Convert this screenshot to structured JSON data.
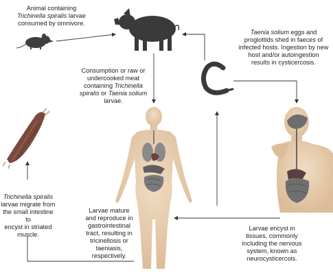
{
  "labels": {
    "rodent": {
      "l1": "Animal containing",
      "l2_italic": "Trichinella spiralis",
      "l2_rest": " larvae",
      "l3": "consumed by omnivore."
    },
    "eggs": {
      "l1_italic": "Taenia solium",
      "l1_rest": " eggs and",
      "l2": "proglottids shed in faeces of",
      "l3": "infected hosts. Ingestion by new",
      "l4": "host and/or autoingestion",
      "l5": "results in cysticercosis."
    },
    "meat": {
      "l1": "Consumption or raw or",
      "l2": "undercooked meat",
      "l3_pre": "containing ",
      "l3_italic": "Trichinella",
      "l4_italic_a": "spiralis",
      "l4_mid": " or ",
      "l4_italic_b": "Taenia solium",
      "l5": "larvae."
    },
    "migrate": {
      "l1_italic": "Trichinella spiralis",
      "l2": "larvae migrate from",
      "l3": "the small intestine to",
      "l4": "encyst in striated",
      "l5": "muscle."
    },
    "mature": {
      "l1": "Larvae mature",
      "l2": "and reproduce in",
      "l3": "gastrointestinal",
      "l4": "tract, resulting in",
      "l5": "tricinellosis or",
      "l6": "taeniasis,",
      "l7": "respectively."
    },
    "encyst": {
      "l1": "Larvae encyst in",
      "l2": "tissues, commonly",
      "l3": "including the nervous",
      "l4": "system, known as",
      "l5": "neurocysticercois."
    }
  },
  "icons": [
    "rodent-icon",
    "pig-icon",
    "tapeworm-icon",
    "muscle-icon",
    "human-body-icon",
    "human-torso-icon"
  ],
  "colors": {
    "arrow": "#333333",
    "silhouette": "#3a3a3a",
    "skin": "#e9d2b6",
    "muscle": "#7a4a3e",
    "organ": "#6f6f6f"
  }
}
